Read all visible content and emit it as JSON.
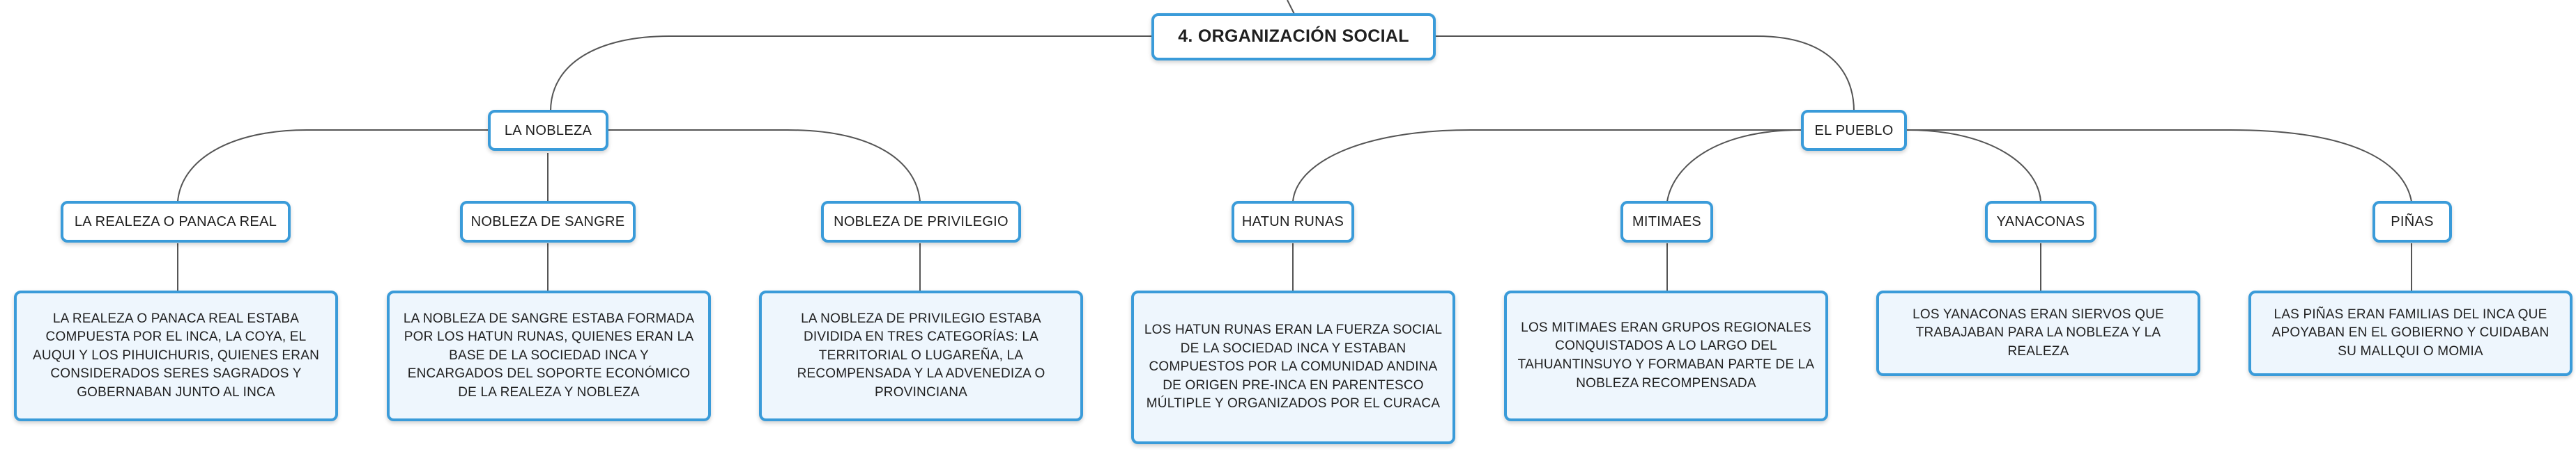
{
  "colors": {
    "border": "#3a9bd9",
    "leaf_fill": "#eef6fd",
    "link": "#555555"
  },
  "root": {
    "label": "4. ORGANIZACIÓN SOCIAL"
  },
  "branches": [
    {
      "label": "LA NOBLEZA",
      "children": [
        {
          "label": "LA REALEZA O PANACA REAL",
          "detail": "LA REALEZA O PANACA REAL ESTABA COMPUESTA POR EL INCA, LA COYA, EL AUQUI Y LOS PIHUICHURIS, QUIENES ERAN CONSIDERADOS SERES SAGRADOS Y GOBERNABAN JUNTO AL INCA"
        },
        {
          "label": "NOBLEZA DE SANGRE",
          "detail": "LA NOBLEZA DE SANGRE ESTABA FORMADA POR LOS HATUN RUNAS, QUIENES ERAN LA BASE DE LA SOCIEDAD INCA Y ENCARGADOS DEL SOPORTE ECONÓMICO DE LA REALEZA Y NOBLEZA"
        },
        {
          "label": "NOBLEZA DE PRIVILEGIO",
          "detail": "LA NOBLEZA DE PRIVILEGIO ESTABA DIVIDIDA EN TRES CATEGORÍAS: LA TERRITORIAL O LUGAREÑA, LA RECOMPENSADA Y LA ADVENEDIZA O PROVINCIANA"
        }
      ]
    },
    {
      "label": "EL PUEBLO",
      "children": [
        {
          "label": "HATUN RUNAS",
          "detail": "LOS HATUN RUNAS ERAN LA FUERZA SOCIAL DE LA SOCIEDAD INCA Y ESTABAN COMPUESTOS POR LA COMUNIDAD ANDINA DE ORIGEN PRE-INCA EN PARENTESCO MÚLTIPLE Y ORGANIZADOS POR EL CURACA"
        },
        {
          "label": "MITIMAES",
          "detail": "LOS MITIMAES ERAN GRUPOS REGIONALES CONQUISTADOS A LO LARGO DEL TAHUANTINSUYO Y FORMABAN PARTE DE LA NOBLEZA RECOMPENSADA"
        },
        {
          "label": "YANACONAS",
          "detail": "LOS YANACONAS ERAN SIERVOS QUE TRABAJABAN PARA LA NOBLEZA Y LA REALEZA"
        },
        {
          "label": "PIÑAS",
          "detail": "LAS PIÑAS ERAN FAMILIAS DEL INCA QUE APOYABAN EN EL GOBIERNO Y CUIDABAN SU MALLQUI O MOMIA"
        }
      ]
    }
  ]
}
